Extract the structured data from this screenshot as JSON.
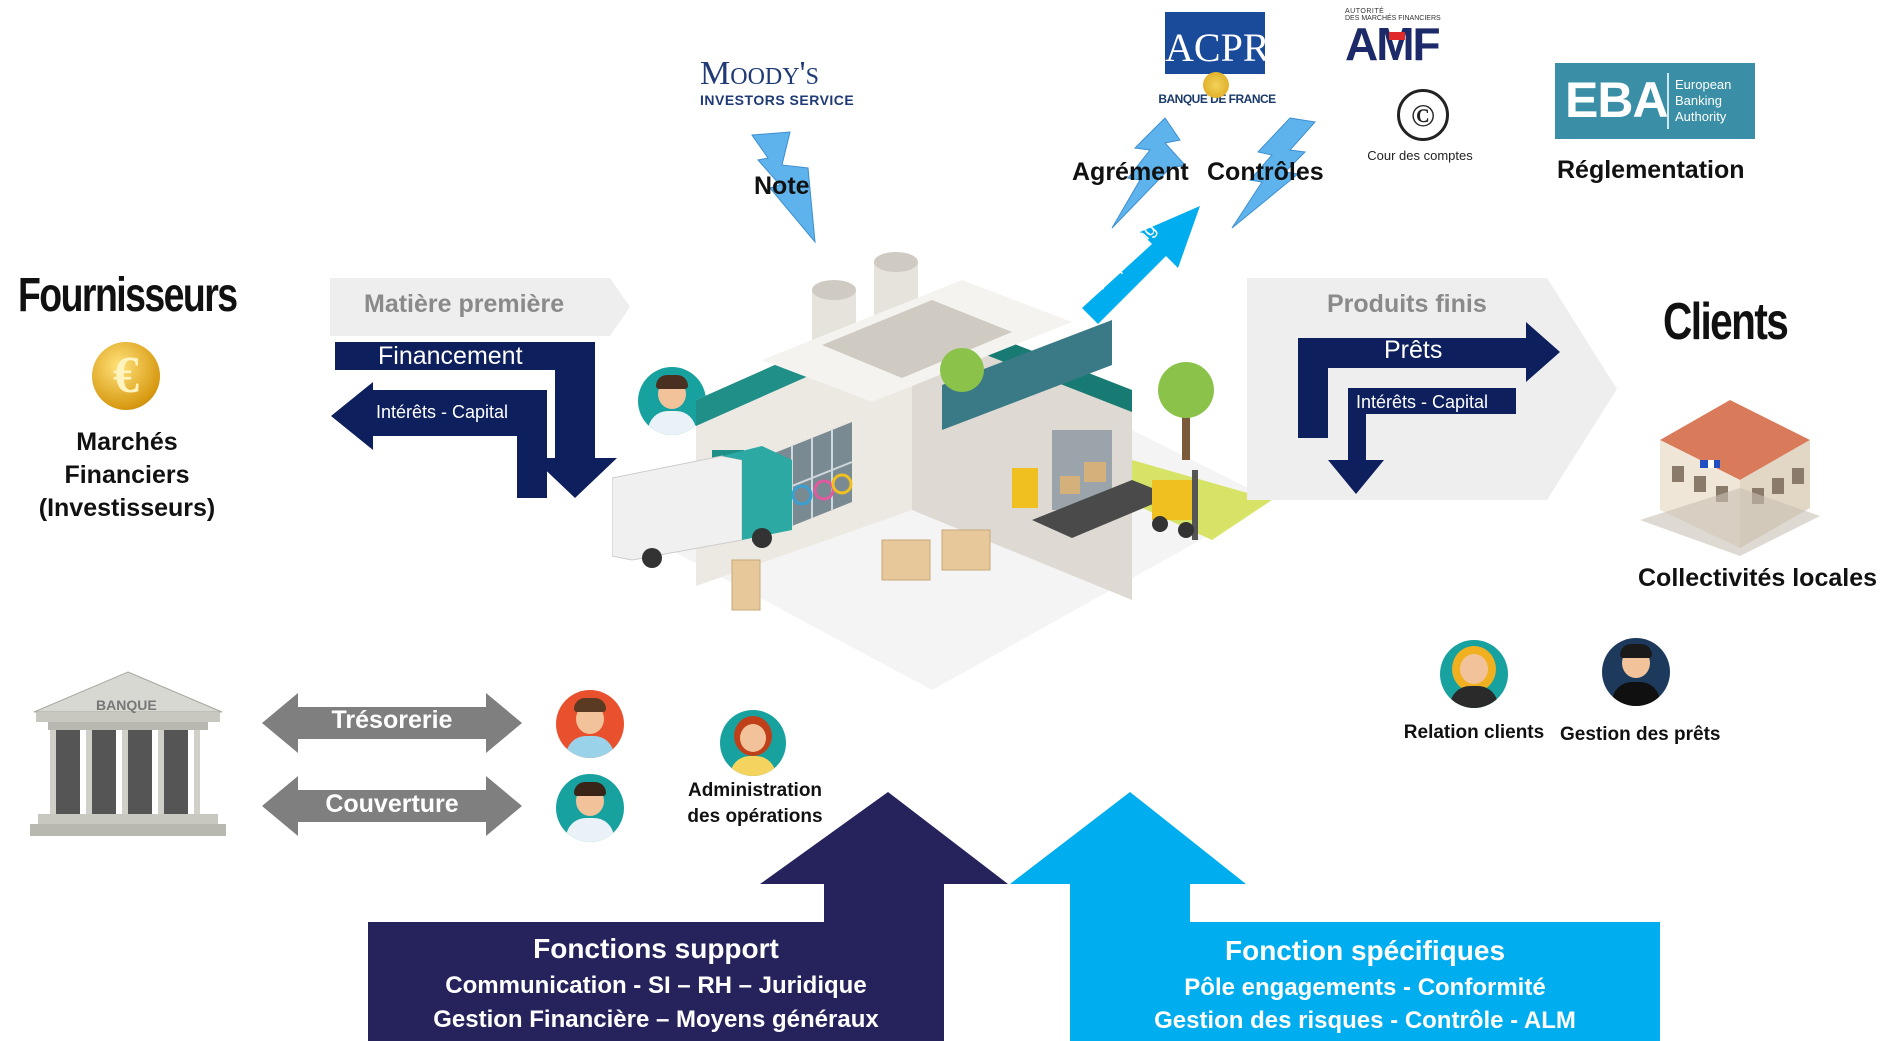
{
  "colors": {
    "navy": "#0d1f5c",
    "dark_purple": "#26235c",
    "cyan": "#00adef",
    "sky_arrow": "#4aa8e8",
    "grey_arrow": "#7f7f7f",
    "light_grey": "#eeeeee",
    "text_grey": "#8a8a8a"
  },
  "logos": {
    "moodys_line1": "Moody's",
    "moodys_line2": "INVESTORS SERVICE",
    "acpr_main": "ACPR",
    "acpr_sub": "BANQUE DE FRANCE",
    "amf_small1": "AUTORITÉ",
    "amf_small2": "DES MARCHÉS FINANCIERS",
    "amf_main": "AMF",
    "cour_des_comptes": "Cour des comptes",
    "eba_main": "EBA",
    "eba_sub1": "European",
    "eba_sub2": "Banking",
    "eba_sub3": "Authority",
    "banque_sign": "BANQUE"
  },
  "labels": {
    "note": "Note",
    "agrement": "Agrément",
    "controles": "Contrôles",
    "reglementation": "Réglementation",
    "reporting": "Reporting"
  },
  "left": {
    "title": "Fournisseurs",
    "marches_line1": "Marchés",
    "marches_line2": "Financiers",
    "marches_line3": "(Investisseurs)",
    "matiere_premiere": "Matière première",
    "financement": "Financement",
    "interets_capital": "Intérêts - Capital",
    "tresorerie": "Trésorerie",
    "couverture": "Couverture"
  },
  "right": {
    "title": "Clients",
    "produits_finis": "Produits finis",
    "prets": "Prêts",
    "interets_capital": "Intérêts - Capital",
    "collectivites": "Collectivités locales",
    "relation_clients": "Relation clients",
    "gestion_prets": "Gestion des prêts"
  },
  "center": {
    "admin_line1": "Administration",
    "admin_line2": "des opérations"
  },
  "bottom": {
    "support_title": "Fonctions support",
    "support_line1": "Communication - SI – RH – Juridique",
    "support_line2": "Gestion Financière – Moyens généraux",
    "specific_title": "Fonction spécifiques",
    "specific_line1": "Pôle engagements - Conformité",
    "specific_line2": "Gestion des risques  -  Contrôle - ALM"
  }
}
